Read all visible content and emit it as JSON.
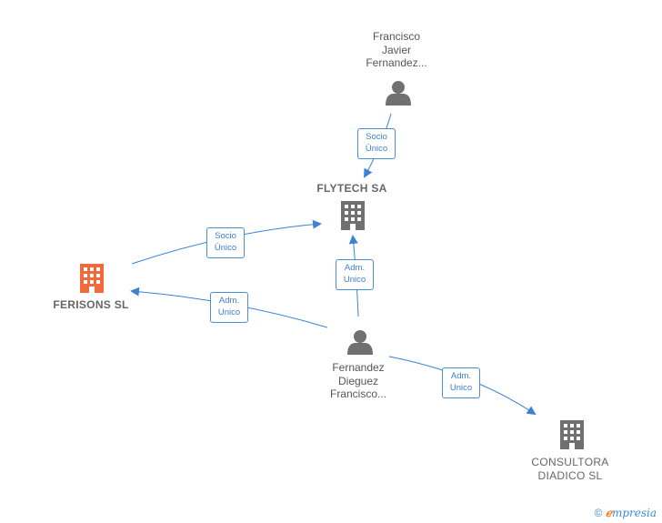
{
  "nodes": {
    "francisco_javier": {
      "label": "Francisco\nJavier\nFernandez..."
    },
    "flytech": {
      "label": "FLYTECH SA"
    },
    "ferisons": {
      "label": "FERISONS  SL"
    },
    "fernandez_dieguez": {
      "label": "Fernandez\nDieguez\nFrancisco..."
    },
    "consultora": {
      "label": "CONSULTORA\nDIADICO  SL"
    }
  },
  "edges": {
    "socio_unico_flytech": {
      "line1": "Socio",
      "line2": "Único"
    },
    "socio_unico_ferisons": {
      "line1": "Socio",
      "line2": "Único"
    },
    "adm_unico_ferisons": {
      "line1": "Adm.",
      "line2": "Unico"
    },
    "adm_unico_flytech": {
      "line1": "Adm.",
      "line2": "Unico"
    },
    "adm_unico_consultora": {
      "line1": "Adm.",
      "line2": "Unico"
    }
  },
  "colors": {
    "edge": "#3c82d4",
    "main_company": "#f26a3c",
    "company": "#707070",
    "person": "#707070"
  },
  "footer": {
    "copyright": "©",
    "brand_e": "ℯ",
    "brand_rest": "mpresia"
  }
}
